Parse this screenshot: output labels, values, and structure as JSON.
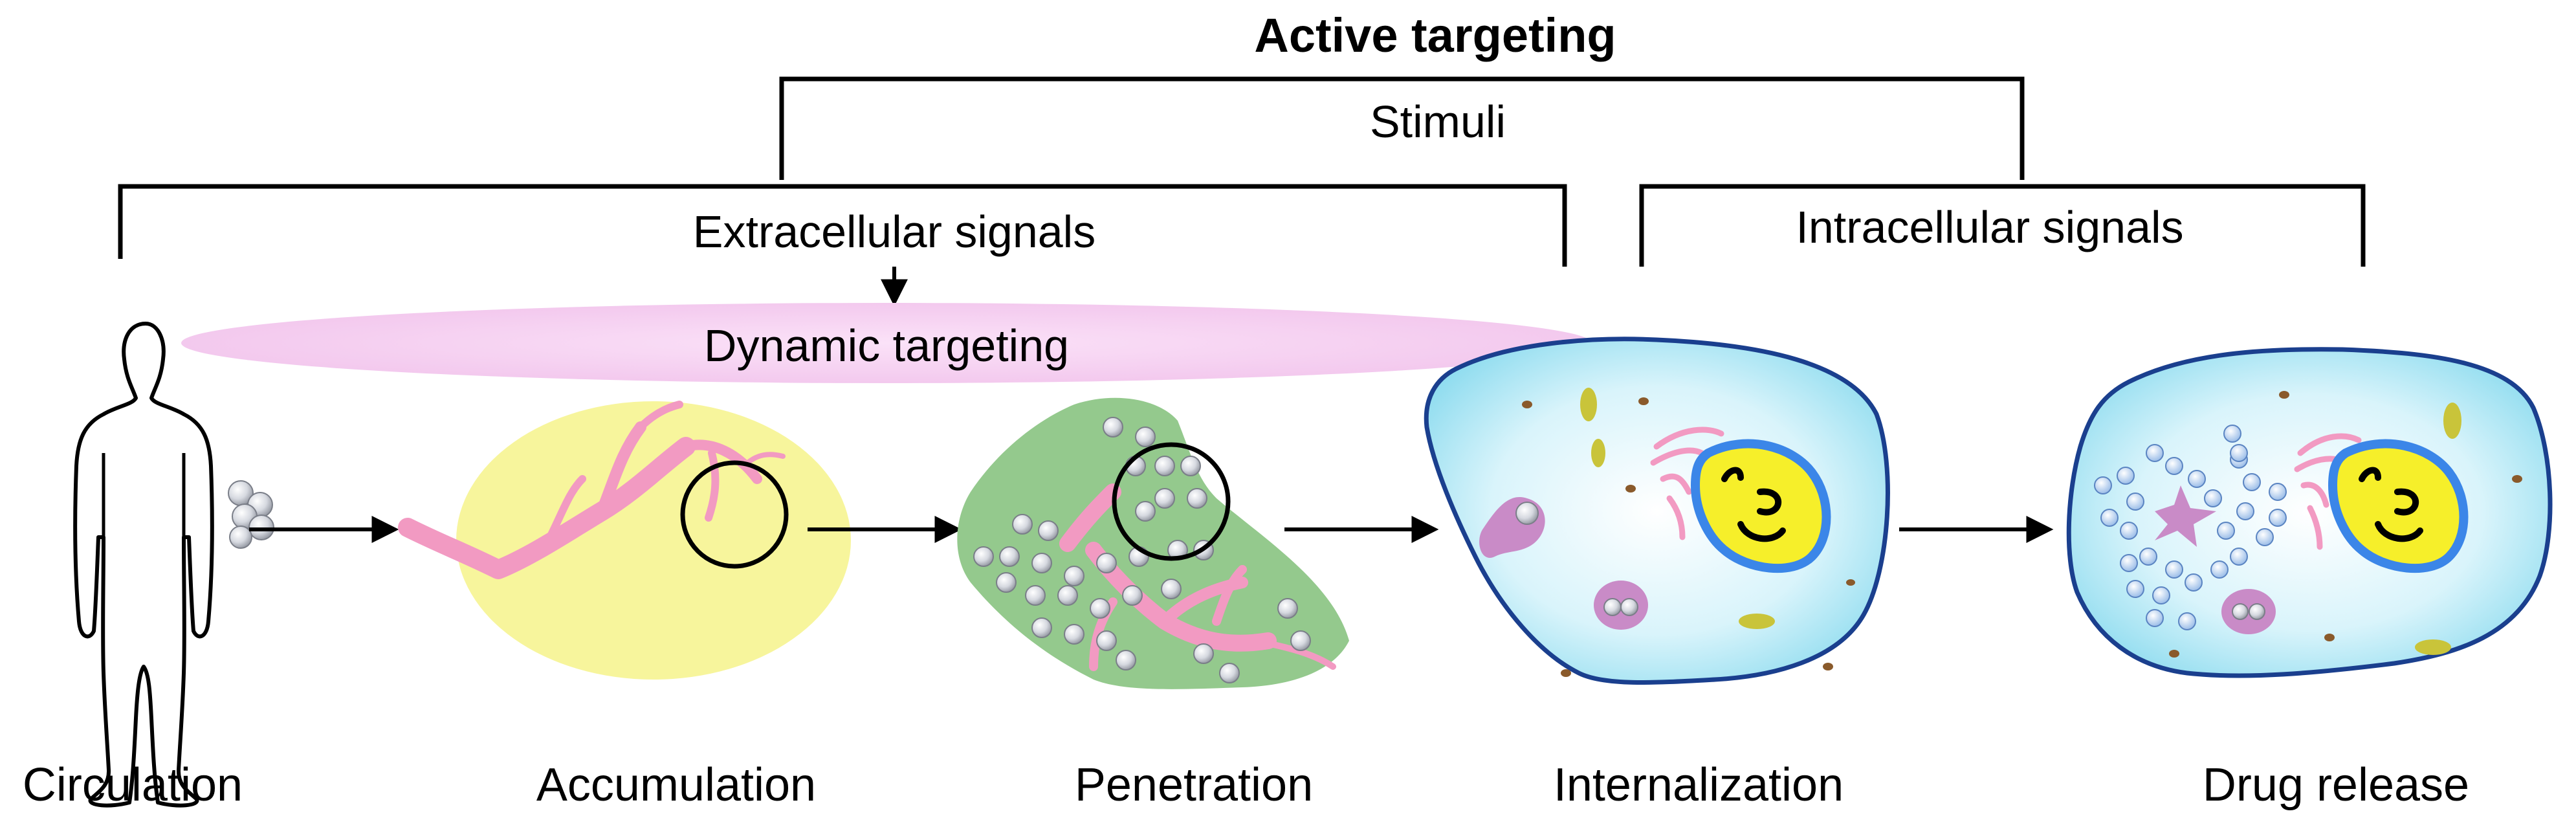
{
  "title": "Active targeting",
  "stimuli": "Stimuli",
  "extracellular": "Extracellular signals",
  "intracellular": "Intracellular signals",
  "dynamic": "Dynamic targeting",
  "stages": [
    "Circulation",
    "Accumulation",
    "Penetration",
    "Internalization",
    "Drug release"
  ],
  "colors": {
    "bracket": "#000000",
    "dynamic_band": "#f6d4f2",
    "tumor_yellow": "#f7f59c",
    "vessel_pink": "#f29ac2",
    "tissue_green": "#94c98d",
    "particle": "#c9cdd6",
    "cell_fill": "#c4eef7",
    "cell_edge": "#1a3f8e",
    "nucleus": "#f6ef2a",
    "nucleus_edge": "#3b86e8",
    "vesicle": "#c98bc7",
    "organelle_olive": "#c9c43a",
    "organelle_brown": "#8a5a2b",
    "free_drug": "#b8d3f0"
  },
  "icons": [
    "human-silhouette-icon",
    "nanoparticle-cluster-icon",
    "blood-vessel-icon",
    "zoom-circle-icon",
    "cell-icon",
    "nucleus-icon",
    "endosome-icon",
    "arrow-icon"
  ]
}
